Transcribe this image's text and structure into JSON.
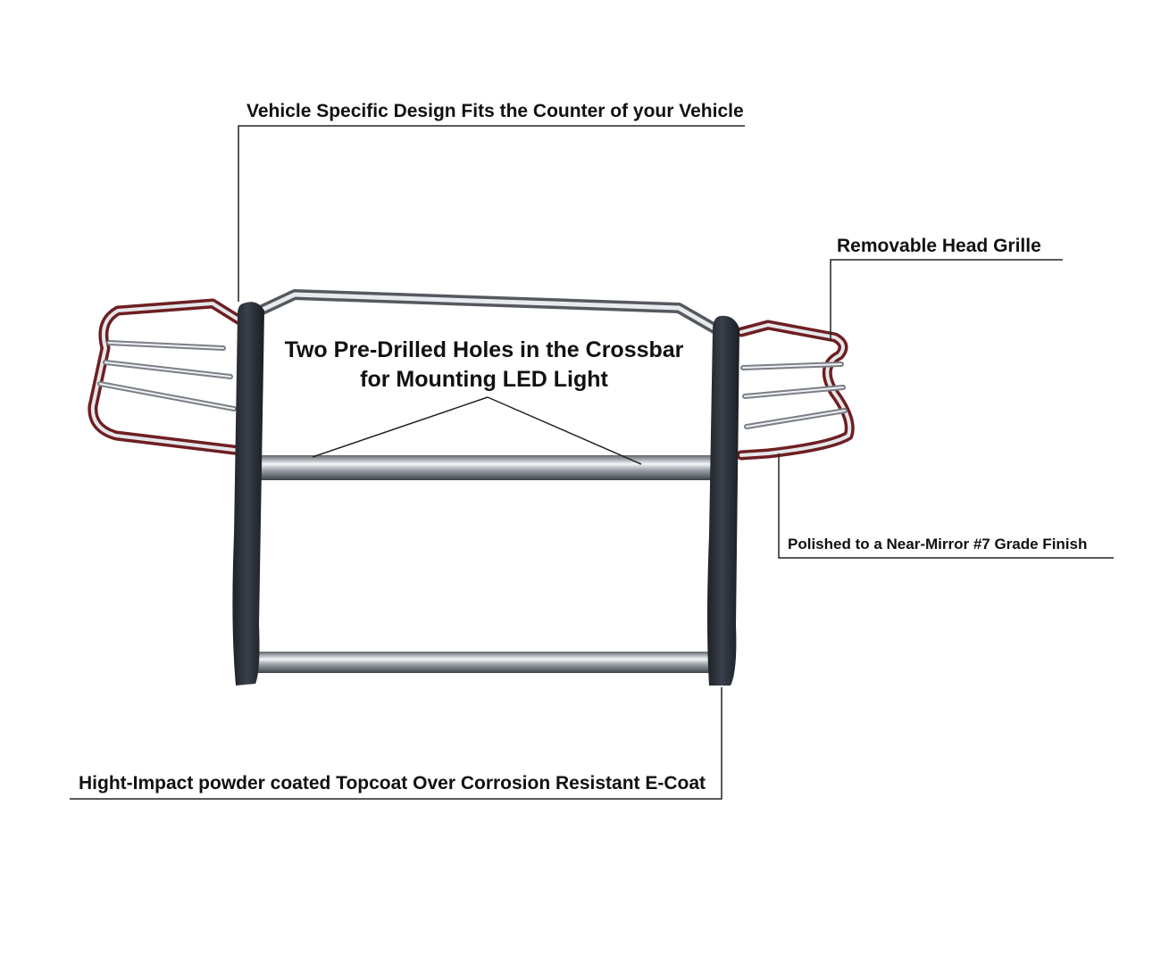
{
  "callouts": {
    "vehicle_specific": "Vehicle Specific Design Fits the Counter of your Vehicle",
    "removable_grille": "Removable Head Grille",
    "crossbar_line1": "Two Pre-Drilled Holes in the Crossbar",
    "crossbar_line2": "for Mounting LED Light",
    "polished": "Polished to a Near-Mirror #7 Grade Finish",
    "powder_coat": "Hight-Impact powder coated Topcoat Over Corrosion Resistant E-Coat"
  },
  "colors": {
    "background": "#ffffff",
    "text": "#111111",
    "leader_line": "#222222",
    "powder_coat_upright": "#2b3038",
    "chrome_dark": "#8a8f96",
    "chrome_light": "#f2f4f6"
  }
}
